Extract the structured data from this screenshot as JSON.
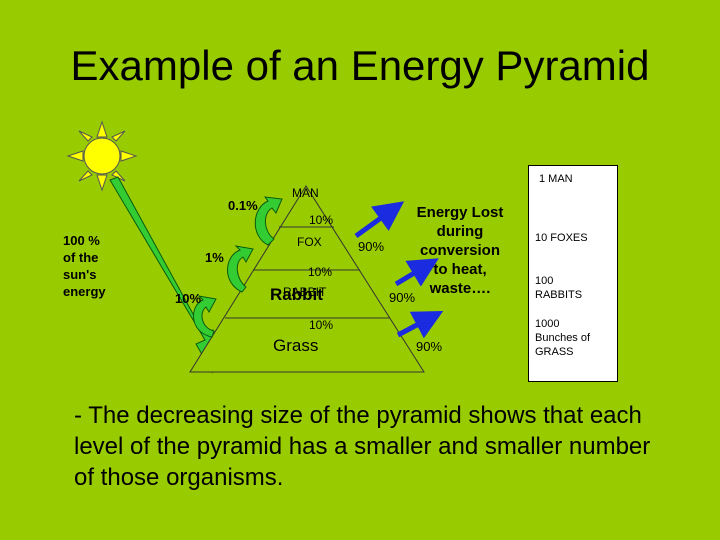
{
  "title": "Example of an Energy Pyramid",
  "sun_label": [
    "100 %",
    "of the",
    "sun's",
    "energy"
  ],
  "transfer_percents": {
    "sun_to_grass": "10%",
    "grass_to_rabbit": "1%",
    "rabbit_to_fox": "0.1%"
  },
  "pyramid": {
    "levels": [
      {
        "name": "MAN",
        "retained": "10%"
      },
      {
        "name": "FOX",
        "retained": "10%"
      },
      {
        "name": "RABBIT",
        "overlay": "Rabbit",
        "retained": "10%"
      },
      {
        "name": "Grass"
      }
    ]
  },
  "lost_percents": [
    "90%",
    "90%",
    "90%"
  ],
  "energy_lost": [
    "Energy Lost",
    "during",
    "conversion",
    "to heat,",
    "waste…."
  ],
  "counts": [
    "1 MAN",
    "10 FOXES",
    "100",
    "RABBITS",
    "1000",
    "Bunches of",
    "GRASS"
  ],
  "summary": "- The decreasing size of the pyramid shows that each level of the pyramid has a smaller and smaller number of those organisms.",
  "colors": {
    "background": "#99cc00",
    "sun": "#ffff00",
    "arrow_green": "#33cc33",
    "arrow_blue": "#1a2be0"
  }
}
